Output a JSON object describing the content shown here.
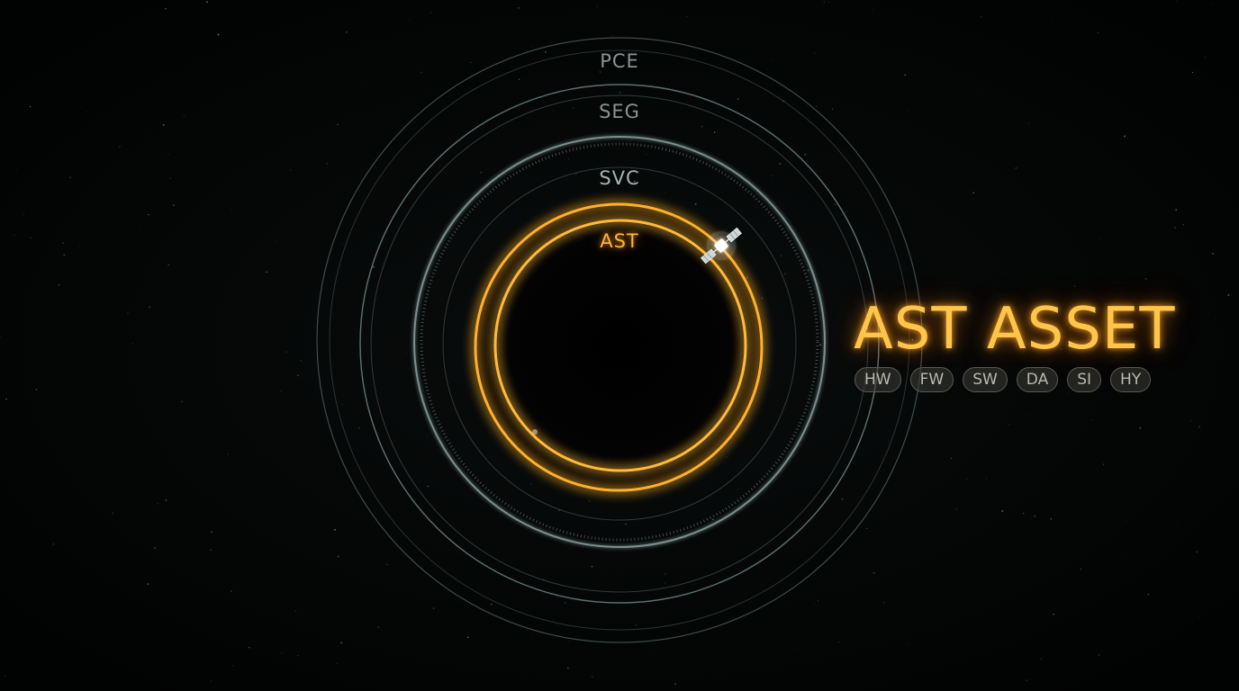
{
  "rings": {
    "pce_label": "PCE",
    "seg_label": "SEG",
    "svc_label": "SVC",
    "ast_label": "AST"
  },
  "asset": {
    "title": "AST ASSET",
    "tags": [
      "HW",
      "FW",
      "SW",
      "DA",
      "SI",
      "HY"
    ]
  },
  "colors": {
    "accent": "#ffb23a",
    "ring_dim": "#7f9896",
    "background": "#020303",
    "tag_text": "#b9b9b0"
  },
  "icons": {
    "satellite": "satellite-icon"
  }
}
